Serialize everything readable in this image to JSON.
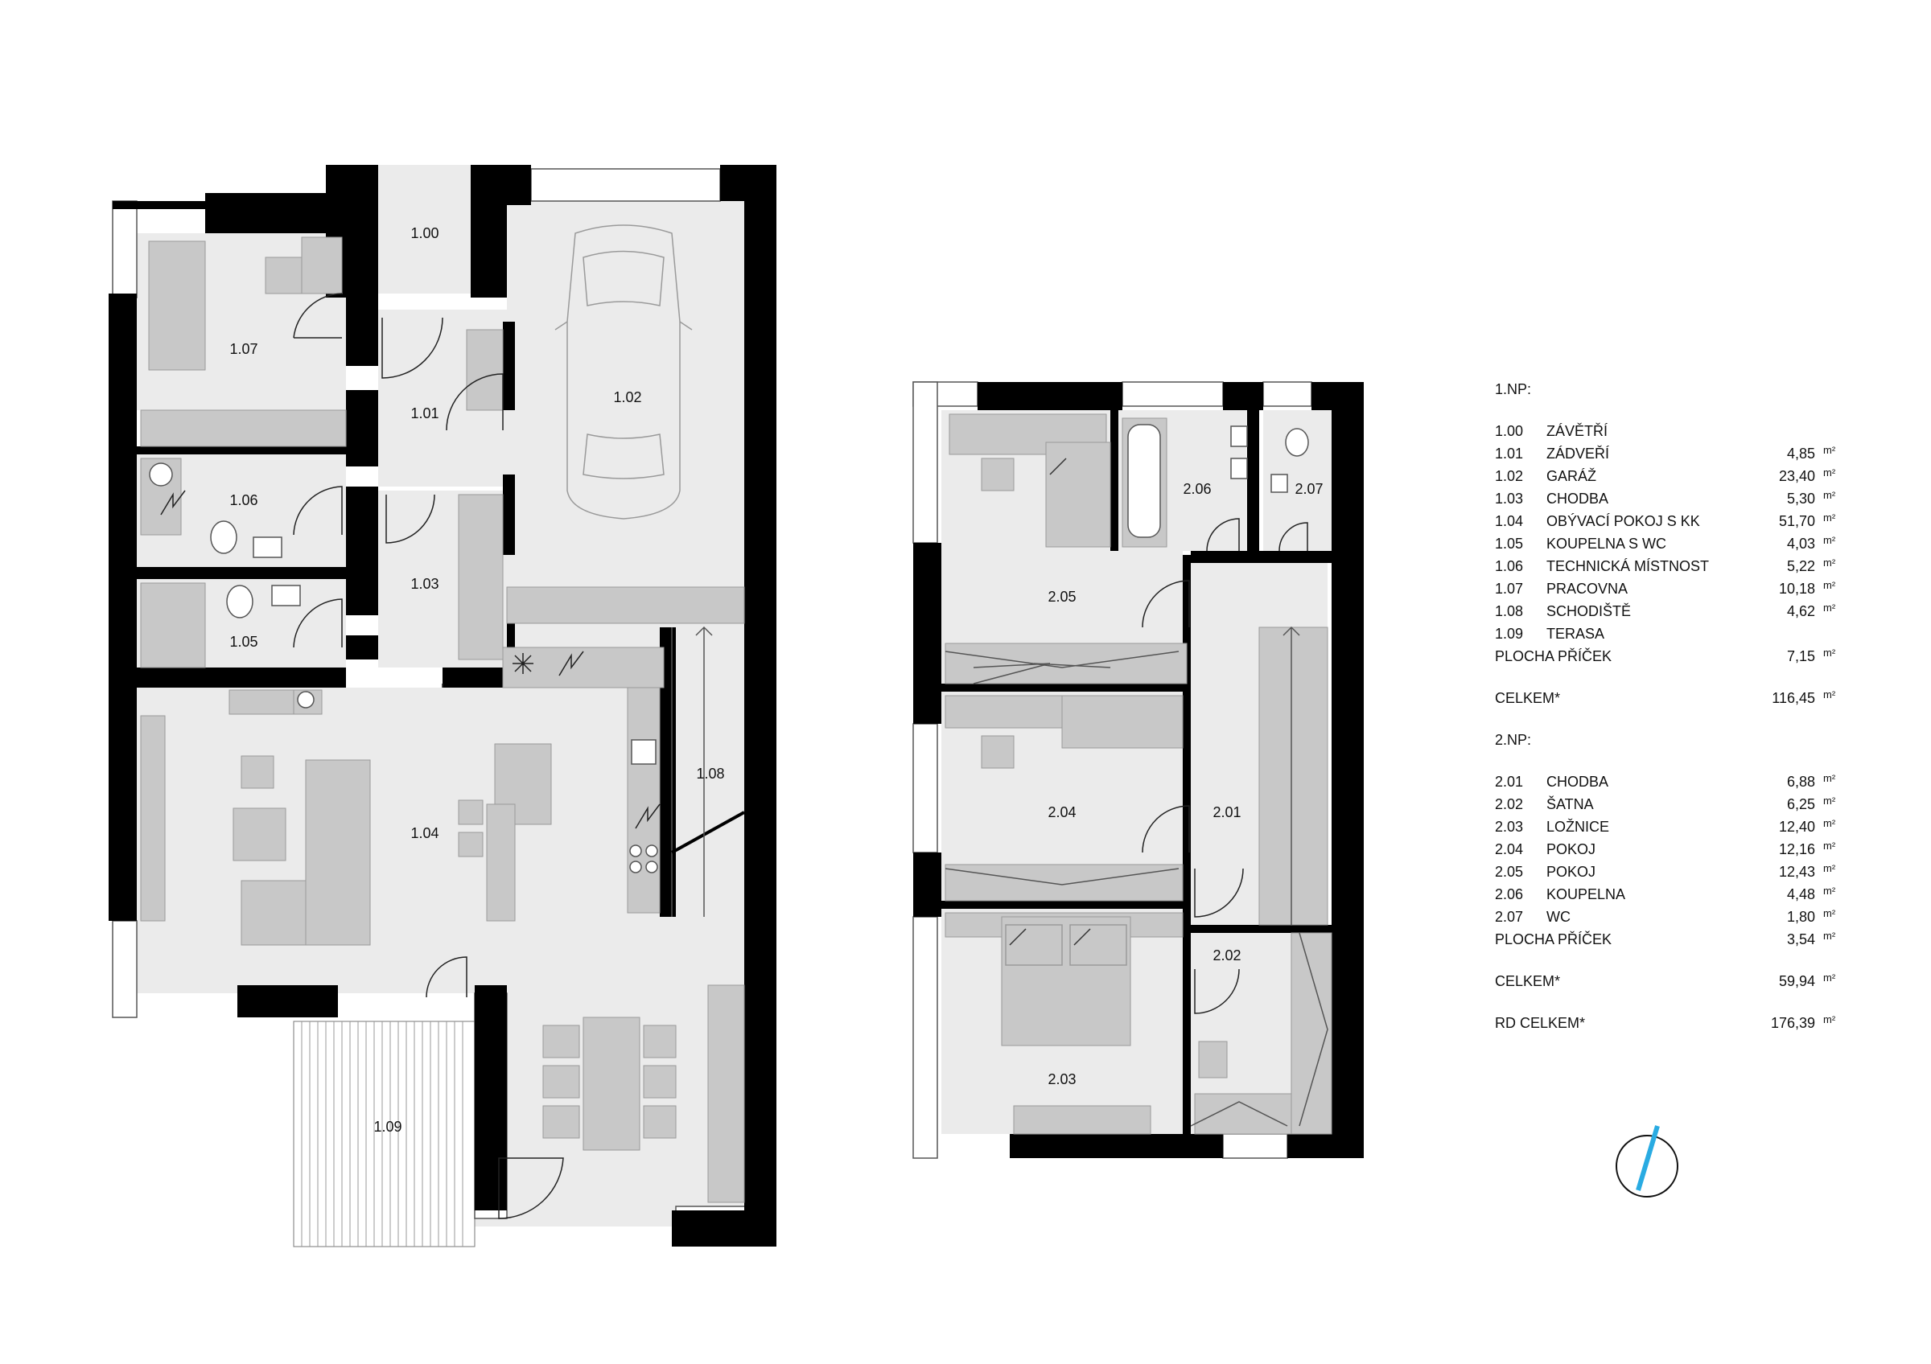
{
  "floor1": {
    "rooms": [
      {
        "code": "1.00"
      },
      {
        "code": "1.01"
      },
      {
        "code": "1.02"
      },
      {
        "code": "1.03"
      },
      {
        "code": "1.04"
      },
      {
        "code": "1.05"
      },
      {
        "code": "1.06"
      },
      {
        "code": "1.07"
      },
      {
        "code": "1.08"
      },
      {
        "code": "1.09"
      }
    ]
  },
  "floor2": {
    "rooms": [
      {
        "code": "2.01"
      },
      {
        "code": "2.02"
      },
      {
        "code": "2.03"
      },
      {
        "code": "2.04"
      },
      {
        "code": "2.05"
      },
      {
        "code": "2.06"
      },
      {
        "code": "2.07"
      }
    ]
  },
  "legend": {
    "np1": {
      "heading": "1.NP:",
      "items": [
        {
          "code": "1.00",
          "name": "ZÁVĚTŘÍ",
          "area": "",
          "unit": ""
        },
        {
          "code": "1.01",
          "name": "ZÁDVEŘÍ",
          "area": "4,85",
          "unit": "m²"
        },
        {
          "code": "1.02",
          "name": "GARÁŽ",
          "area": "23,40",
          "unit": "m²"
        },
        {
          "code": "1.03",
          "name": "CHODBA",
          "area": "5,30",
          "unit": "m²"
        },
        {
          "code": "1.04",
          "name": "OBÝVACÍ POKOJ S KK",
          "area": "51,70",
          "unit": "m²"
        },
        {
          "code": "1.05",
          "name": "KOUPELNA S WC",
          "area": "4,03",
          "unit": "m²"
        },
        {
          "code": "1.06",
          "name": "TECHNICKÁ MÍSTNOST",
          "area": "5,22",
          "unit": "m²"
        },
        {
          "code": "1.07",
          "name": "PRACOVNA",
          "area": "10,18",
          "unit": "m²"
        },
        {
          "code": "1.08",
          "name": "SCHODIŠTĚ",
          "area": "4,62",
          "unit": "m²"
        },
        {
          "code": "1.09",
          "name": "TERASA",
          "area": "",
          "unit": ""
        }
      ],
      "partitions": {
        "label": "PLOCHA PŘÍČEK",
        "area": "7,15",
        "unit": "m²"
      },
      "total": {
        "label": "CELKEM*",
        "area": "116,45",
        "unit": "m²"
      }
    },
    "np2": {
      "heading": "2.NP:",
      "items": [
        {
          "code": "2.01",
          "name": "CHODBA",
          "area": "6,88",
          "unit": "m²"
        },
        {
          "code": "2.02",
          "name": "ŠATNA",
          "area": "6,25",
          "unit": "m²"
        },
        {
          "code": "2.03",
          "name": "LOŽNICE",
          "area": "12,40",
          "unit": "m²"
        },
        {
          "code": "2.04",
          "name": "POKOJ",
          "area": "12,16",
          "unit": "m²"
        },
        {
          "code": "2.05",
          "name": "POKOJ",
          "area": "12,43",
          "unit": "m²"
        },
        {
          "code": "2.06",
          "name": "KOUPELNA",
          "area": "4,48",
          "unit": "m²"
        },
        {
          "code": "2.07",
          "name": "WC",
          "area": "1,80",
          "unit": "m²"
        }
      ],
      "partitions": {
        "label": "PLOCHA PŘÍČEK",
        "area": "3,54",
        "unit": "m²"
      },
      "total": {
        "label": "CELKEM*",
        "area": "59,94",
        "unit": "m²"
      }
    },
    "grand_total": {
      "label": "RD CELKEM*",
      "area": "176,39",
      "unit": "m²"
    }
  },
  "colors": {
    "wall": "#000000",
    "floor": "#ebebeb",
    "furniture": "#c8c8c8",
    "north": "#29abe2"
  },
  "icons": [
    "north-arrow-icon",
    "car-icon",
    "bathtub-icon",
    "toilet-icon",
    "sink-icon",
    "bed-icon",
    "stove-icon"
  ]
}
